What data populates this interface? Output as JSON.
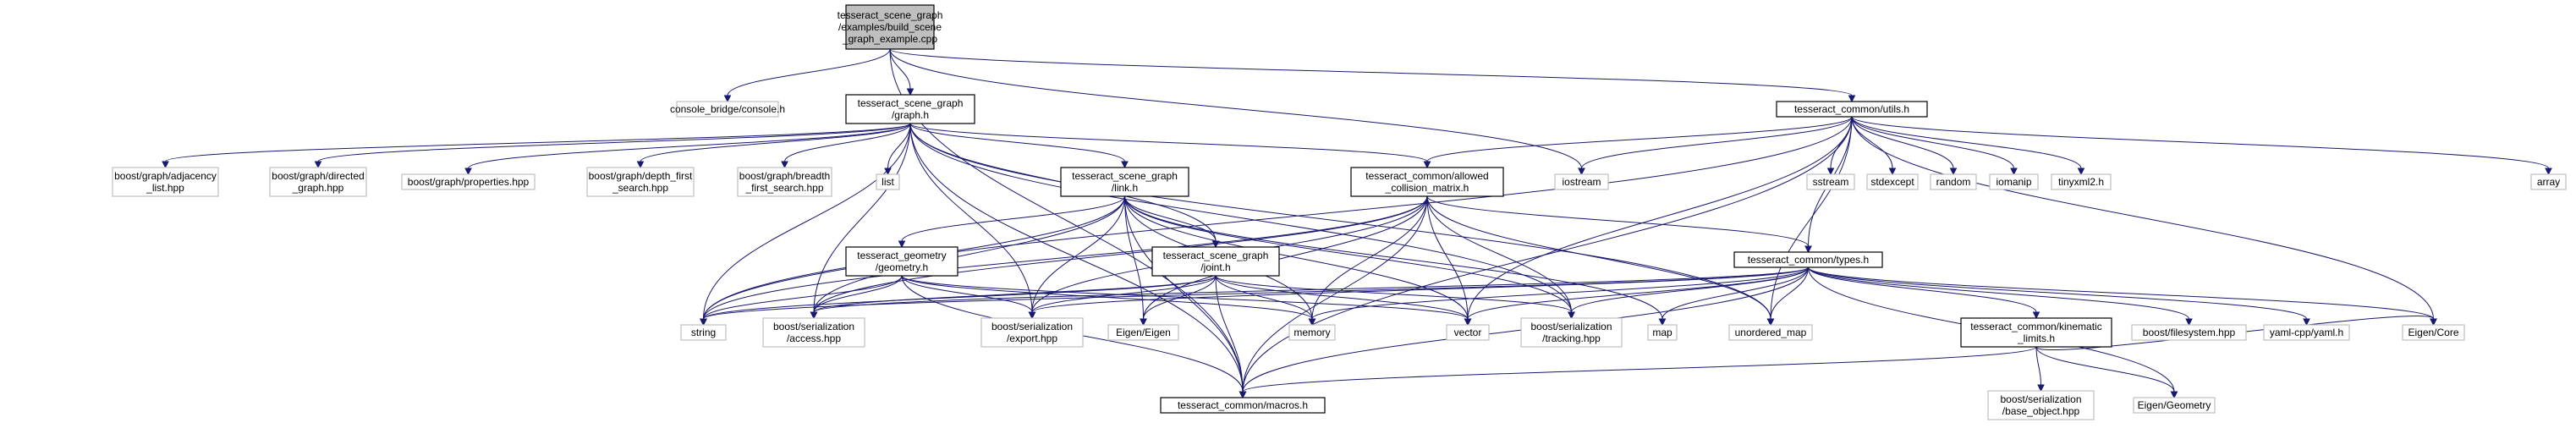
{
  "colors": {
    "background": "#ffffff",
    "edge": "#191970",
    "root_fill": "#bfbfbf",
    "root_border": "#000000",
    "node_border": "#000000",
    "external_border": "#bfbfbf",
    "text": "#000000"
  },
  "nodes": [
    {
      "id": "root",
      "kind": "root",
      "lines": [
        "tesseract_scene_graph",
        "/examples/build_scene",
        "_graph_example.cpp"
      ]
    },
    {
      "id": "console",
      "kind": "external",
      "lines": [
        "console_bridge/console.h"
      ]
    },
    {
      "id": "graph",
      "kind": "internal",
      "lines": [
        "tesseract_scene_graph",
        "/graph.h"
      ]
    },
    {
      "id": "utils",
      "kind": "internal",
      "lines": [
        "tesseract_common/utils.h"
      ]
    },
    {
      "id": "adj",
      "kind": "external",
      "lines": [
        "boost/graph/adjacency",
        "_list.hpp"
      ]
    },
    {
      "id": "dirg",
      "kind": "external",
      "lines": [
        "boost/graph/directed",
        "_graph.hpp"
      ]
    },
    {
      "id": "props",
      "kind": "external",
      "lines": [
        "boost/graph/properties.hpp"
      ]
    },
    {
      "id": "dfs",
      "kind": "external",
      "lines": [
        "boost/graph/depth_first",
        "_search.hpp"
      ]
    },
    {
      "id": "bfs",
      "kind": "external",
      "lines": [
        "boost/graph/breadth",
        "_first_search.hpp"
      ]
    },
    {
      "id": "list",
      "kind": "external",
      "lines": [
        "list"
      ]
    },
    {
      "id": "link",
      "kind": "internal",
      "lines": [
        "tesseract_scene_graph",
        "/link.h"
      ]
    },
    {
      "id": "acm",
      "kind": "internal",
      "lines": [
        "tesseract_common/allowed",
        "_collision_matrix.h"
      ]
    },
    {
      "id": "iostream",
      "kind": "external",
      "lines": [
        "iostream"
      ]
    },
    {
      "id": "sstream",
      "kind": "external",
      "lines": [
        "sstream"
      ]
    },
    {
      "id": "stdexcept",
      "kind": "external",
      "lines": [
        "stdexcept"
      ]
    },
    {
      "id": "random",
      "kind": "external",
      "lines": [
        "random"
      ]
    },
    {
      "id": "iomanip",
      "kind": "external",
      "lines": [
        "iomanip"
      ]
    },
    {
      "id": "tinyxml",
      "kind": "external",
      "lines": [
        "tinyxml2.h"
      ]
    },
    {
      "id": "array",
      "kind": "external",
      "lines": [
        "array"
      ]
    },
    {
      "id": "geometry",
      "kind": "internal",
      "lines": [
        "tesseract_geometry",
        "/geometry.h"
      ]
    },
    {
      "id": "joint",
      "kind": "internal",
      "lines": [
        "tesseract_scene_graph",
        "/joint.h"
      ]
    },
    {
      "id": "types",
      "kind": "internal",
      "lines": [
        "tesseract_common/types.h"
      ]
    },
    {
      "id": "string",
      "kind": "external",
      "lines": [
        "string"
      ]
    },
    {
      "id": "access",
      "kind": "external",
      "lines": [
        "boost/serialization",
        "/access.hpp"
      ]
    },
    {
      "id": "export",
      "kind": "external",
      "lines": [
        "boost/serialization",
        "/export.hpp"
      ]
    },
    {
      "id": "memory",
      "kind": "external",
      "lines": [
        "memory"
      ]
    },
    {
      "id": "eigen",
      "kind": "external",
      "lines": [
        "Eigen/Eigen"
      ]
    },
    {
      "id": "vector",
      "kind": "external",
      "lines": [
        "vector"
      ]
    },
    {
      "id": "tracking",
      "kind": "external",
      "lines": [
        "boost/serialization",
        "/tracking.hpp"
      ]
    },
    {
      "id": "map",
      "kind": "external",
      "lines": [
        "map"
      ]
    },
    {
      "id": "umap",
      "kind": "external",
      "lines": [
        "unordered_map"
      ]
    },
    {
      "id": "kin",
      "kind": "internal",
      "lines": [
        "tesseract_common/kinematic",
        "_limits.h"
      ]
    },
    {
      "id": "fs",
      "kind": "external",
      "lines": [
        "boost/filesystem.hpp"
      ]
    },
    {
      "id": "yaml",
      "kind": "external",
      "lines": [
        "yaml-cpp/yaml.h"
      ]
    },
    {
      "id": "core",
      "kind": "external",
      "lines": [
        "Eigen/Core"
      ]
    },
    {
      "id": "macros",
      "kind": "internal",
      "lines": [
        "tesseract_common/macros.h"
      ]
    },
    {
      "id": "baseobj",
      "kind": "external",
      "lines": [
        "boost/serialization",
        "/base_object.hpp"
      ]
    },
    {
      "id": "egeom",
      "kind": "external",
      "lines": [
        "Eigen/Geometry"
      ]
    }
  ],
  "edges": [
    [
      "root",
      "console"
    ],
    [
      "root",
      "graph"
    ],
    [
      "root",
      "utils"
    ],
    [
      "root",
      "iostream"
    ],
    [
      "root",
      "macros"
    ],
    [
      "graph",
      "adj"
    ],
    [
      "graph",
      "dirg"
    ],
    [
      "graph",
      "props"
    ],
    [
      "graph",
      "dfs"
    ],
    [
      "graph",
      "bfs"
    ],
    [
      "graph",
      "list"
    ],
    [
      "graph",
      "link"
    ],
    [
      "graph",
      "acm"
    ],
    [
      "graph",
      "joint"
    ],
    [
      "graph",
      "string"
    ],
    [
      "graph",
      "access"
    ],
    [
      "graph",
      "export"
    ],
    [
      "graph",
      "tracking"
    ],
    [
      "graph",
      "macros"
    ],
    [
      "graph",
      "umap"
    ],
    [
      "utils",
      "acm"
    ],
    [
      "utils",
      "types"
    ],
    [
      "utils",
      "iostream"
    ],
    [
      "utils",
      "sstream"
    ],
    [
      "utils",
      "stdexcept"
    ],
    [
      "utils",
      "random"
    ],
    [
      "utils",
      "iomanip"
    ],
    [
      "utils",
      "tinyxml"
    ],
    [
      "utils",
      "array"
    ],
    [
      "utils",
      "string"
    ],
    [
      "utils",
      "vector"
    ],
    [
      "utils",
      "core"
    ],
    [
      "utils",
      "macros"
    ],
    [
      "utils",
      "umap"
    ],
    [
      "link",
      "geometry"
    ],
    [
      "link",
      "joint"
    ],
    [
      "link",
      "string"
    ],
    [
      "link",
      "access"
    ],
    [
      "link",
      "export"
    ],
    [
      "link",
      "memory"
    ],
    [
      "link",
      "eigen"
    ],
    [
      "link",
      "vector"
    ],
    [
      "link",
      "tracking"
    ],
    [
      "link",
      "map"
    ],
    [
      "link",
      "macros"
    ],
    [
      "acm",
      "types"
    ],
    [
      "acm",
      "string"
    ],
    [
      "acm",
      "access"
    ],
    [
      "acm",
      "export"
    ],
    [
      "acm",
      "memory"
    ],
    [
      "acm",
      "eigen"
    ],
    [
      "acm",
      "vector"
    ],
    [
      "acm",
      "tracking"
    ],
    [
      "acm",
      "umap"
    ],
    [
      "acm",
      "macros"
    ],
    [
      "geometry",
      "string"
    ],
    [
      "geometry",
      "access"
    ],
    [
      "geometry",
      "export"
    ],
    [
      "geometry",
      "memory"
    ],
    [
      "geometry",
      "vector"
    ],
    [
      "geometry",
      "macros"
    ],
    [
      "joint",
      "string"
    ],
    [
      "joint",
      "access"
    ],
    [
      "joint",
      "export"
    ],
    [
      "joint",
      "memory"
    ],
    [
      "joint",
      "eigen"
    ],
    [
      "joint",
      "vector"
    ],
    [
      "joint",
      "tracking"
    ],
    [
      "joint",
      "macros"
    ],
    [
      "types",
      "kin"
    ],
    [
      "types",
      "string"
    ],
    [
      "types",
      "access"
    ],
    [
      "types",
      "export"
    ],
    [
      "types",
      "memory"
    ],
    [
      "types",
      "vector"
    ],
    [
      "types",
      "tracking"
    ],
    [
      "types",
      "map"
    ],
    [
      "types",
      "umap"
    ],
    [
      "types",
      "fs"
    ],
    [
      "types",
      "yaml"
    ],
    [
      "types",
      "core"
    ],
    [
      "types",
      "egeom"
    ],
    [
      "types",
      "macros"
    ],
    [
      "kin",
      "baseobj"
    ],
    [
      "kin",
      "egeom"
    ],
    [
      "kin",
      "core"
    ],
    [
      "kin",
      "macros"
    ]
  ]
}
